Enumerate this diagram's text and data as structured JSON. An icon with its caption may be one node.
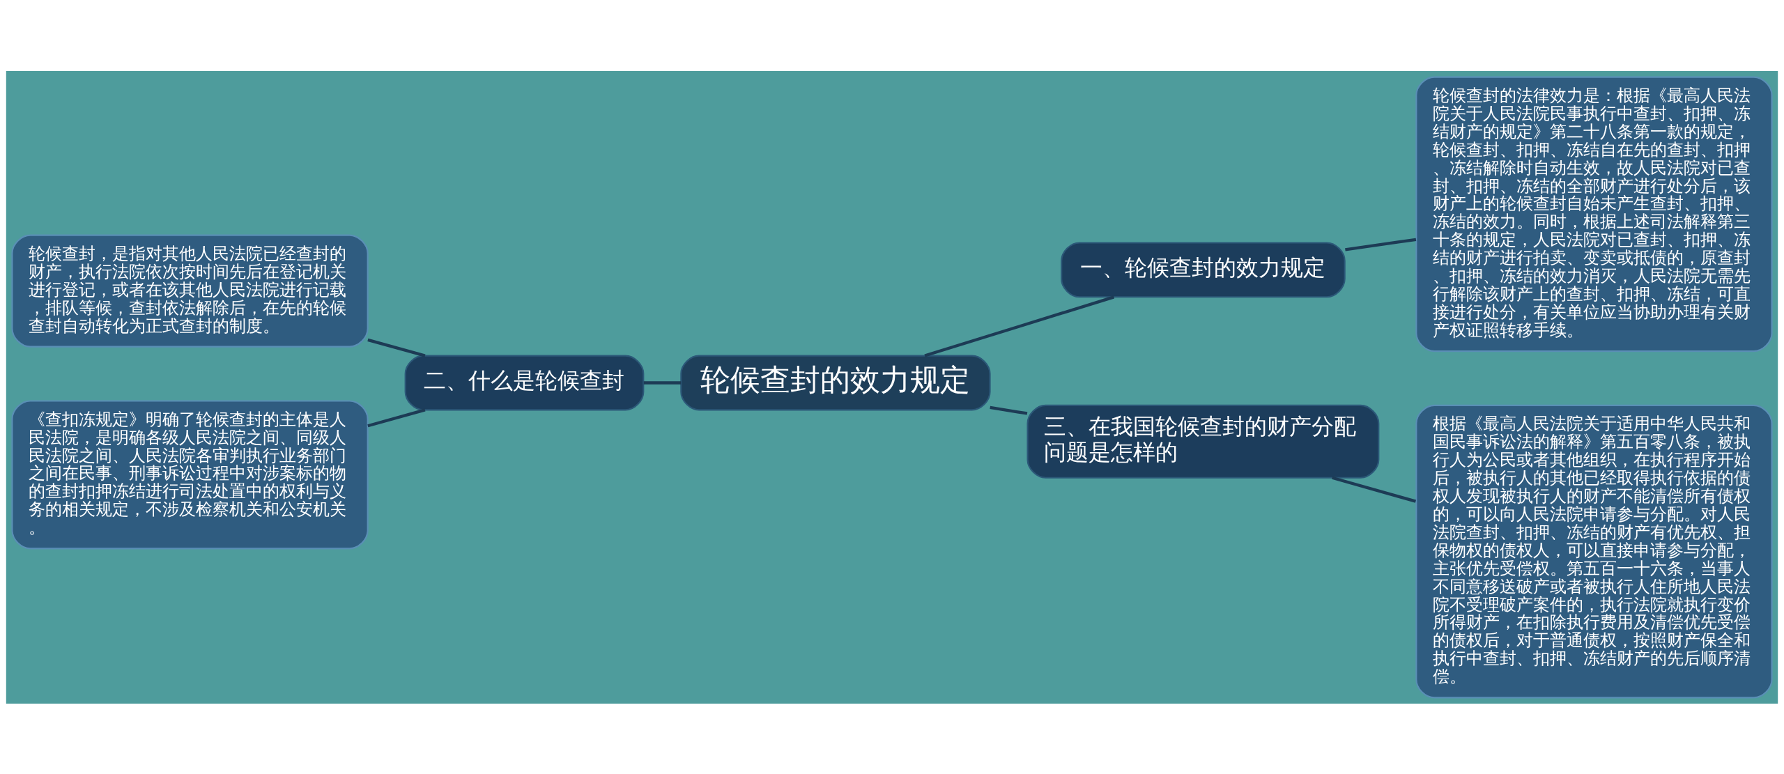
{
  "diagram": {
    "nodes": [
      {
        "text": [
          "轮候查封的效力规定"
        ]
      },
      {
        "text": [
          "一、轮候查封的效力规定"
        ]
      },
      {
        "text": [
          "轮候查封的法律效力是：根据《最高人民法院关于人民法院民事执行中查封、扣押、冻结财产的规定》第二十八条第一款的规定，轮候查封、扣押、冻结自在先的查封、扣押、冻结解除时自动生效，故人民法院对已查封、扣押、冻结的全部财产进行处分后，该财产上的轮候查封自始未产生查封、扣押、冻结的效力。同时，根据上述司法解释第三十条的规定，人民法院对已查封、扣押、冻结的财产进行拍卖、变卖或抵债的，原查封、扣押、冻结的效力消灭，人民法院无需先行解除该财产上的查封、扣押、冻结，可直接进行处分，有关单位应当协助办理有关财产权证照转移手续。"
        ]
      },
      {
        "text": [
          "二、什么是轮候查封"
        ]
      },
      {
        "text": [
          "轮候查封，是指对其他人民法院已经查封的财产，执行法院依次按时间先后在登记机关进行登记，或者在该其他人民法院进行记载，排队等候，查封依法解除后，在先的轮候查封自动转化为正式查封的制度。"
        ]
      },
      {
        "text": [
          "《查扣冻规定》明确了轮候查封的主体是人民法院，是明确各级人民法院之间、同级人民法院之间、人民法院各审判执行业务部门之间在民事、刑事诉讼过程中对涉案标的物的查封扣押冻结进行司法处置中的权利与义务的相关规定，不涉及检察机关和公安机关。"
        ]
      },
      {
        "text": [
          "三、在我国轮候查封的财产分配问题是怎样的"
        ]
      },
      {
        "text": [
          "根据《最高人民法院关于适用中华人民共和国民事诉讼法的解释》第五百零八条，被执行人为公民或者其他组织，在执行程序开始后，被执行人的其他已经取得执行依据的债权人发现被执行人的财产不能清偿所有债权的，可以向人民法院申请参与分配。对人民法院查封、扣押、冻结的财产有优先权、担保物权的债权人，可以直接申请参与分配，主张优先受偿权。第五百一十六条，当事人不同意移送破产或者被执行人住所地人民法院不受理破产案件的，执行法院就执行变价所得财产，在扣除执行费用及清偿优先受偿的债权后，对于普通债权，按照财产保全和执行中查封、扣押、冻结财产的先后顺序清偿。"
        ]
      }
    ],
    "edges": [
      {
        "from": 0,
        "to": 1,
        "arrow": "none"
      },
      {
        "from": 1,
        "to": 2,
        "arrow": "none"
      },
      {
        "from": 0,
        "to": 3,
        "arrow": "none"
      },
      {
        "from": 3,
        "to": 4,
        "arrow": "none"
      },
      {
        "from": 3,
        "to": 5,
        "arrow": "none"
      },
      {
        "from": 0,
        "to": 6,
        "arrow": "none"
      },
      {
        "from": 6,
        "to": 7,
        "arrow": "none"
      }
    ]
  }
}
